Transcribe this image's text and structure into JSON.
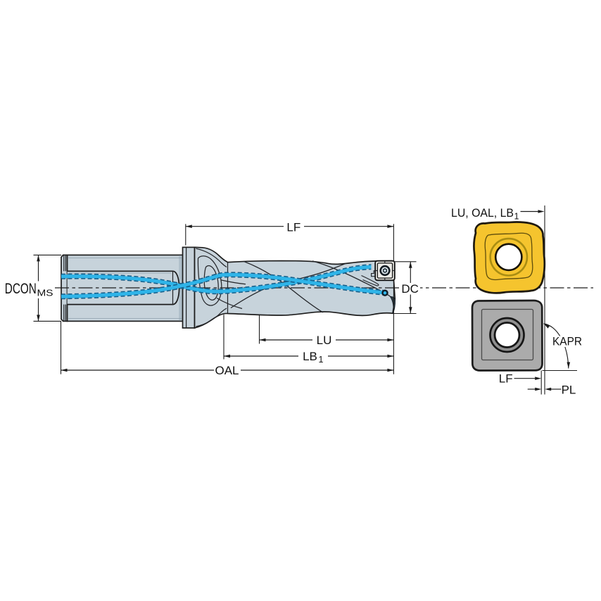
{
  "figure": {
    "kind": "technical-dimensional-drawing",
    "subject": "indexable insert drill with two insert front views"
  },
  "labels": {
    "shank_diameter": {
      "text": "DCON",
      "sub": "MS"
    },
    "functional_length": "LF",
    "cutting_diameter": "DC",
    "usable_length": "LU",
    "body_length": {
      "text": "LB",
      "sub": "1"
    },
    "overall_length": "OAL",
    "insert_reference": {
      "text": "LU, OAL, LB",
      "sub": "1"
    },
    "entering_angle": "KAPR",
    "insert_functional_length": "LF",
    "point_length": "PL"
  },
  "colors": {
    "background": "#ffffff",
    "body_fill": "#c7d3db",
    "body_shade": "#afbfca",
    "outline": "#1d1d1d",
    "coolant": "#2fb4e8",
    "coolant_dash": "#17618c",
    "tip_dark": "#2e3a42",
    "insert_face": "#edece8",
    "screw_dark": "#10181f",
    "screw_light": "#dbe4ea",
    "insert_yellow": "#f5c42e",
    "insert_yellow_line": "#5e4d0c",
    "insert_yellow_ring": "#a98d12",
    "insert_gray": "#ababab",
    "insert_gray_ring": "#8f8f8f",
    "hole_white": "#ffffff",
    "dimension_ink": "#111111"
  }
}
